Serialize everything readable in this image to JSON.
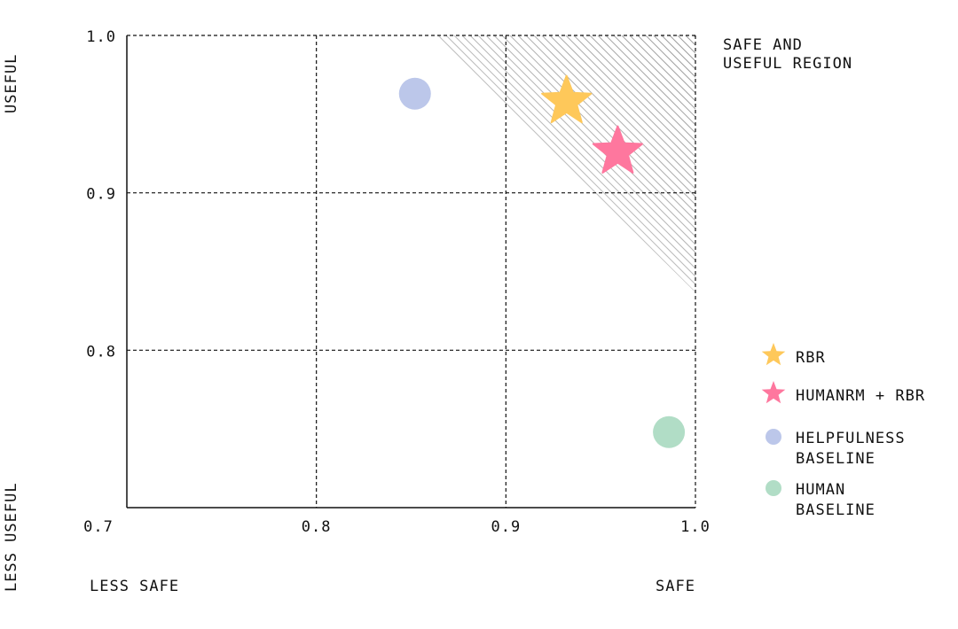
{
  "chart_data": {
    "type": "scatter",
    "title": "",
    "xlabel_low": "LESS SAFE",
    "xlabel_high": "SAFE",
    "ylabel_low": "LESS USEFUL",
    "ylabel_high": "USEFUL",
    "xlim": [
      0.7,
      1.0
    ],
    "ylim": [
      0.7,
      1.0
    ],
    "xticks": [
      "0.7",
      "0.8",
      "0.9",
      "1.0"
    ],
    "yticks": [
      "0.8",
      "0.9",
      "1.0"
    ],
    "xtick_values": [
      0.7,
      0.8,
      0.9,
      1.0
    ],
    "ytick_values": [
      0.8,
      0.9,
      1.0
    ],
    "grid": true,
    "region_annotation": [
      "SAFE AND",
      "USEFUL REGION"
    ],
    "legend_placement": "right",
    "series": [
      {
        "name": "RBR",
        "legend": [
          "RBR"
        ],
        "marker": "star",
        "color": "#FEC85A",
        "x": 0.932,
        "y": 0.958
      },
      {
        "name": "HUMANRM + RBR",
        "legend": [
          "HUMANRM + RBR"
        ],
        "marker": "star",
        "color": "#FE779E",
        "x": 0.959,
        "y": 0.926
      },
      {
        "name": "HELPFULNESS BASELINE",
        "legend": [
          "HELPFULNESS",
          "BASELINE"
        ],
        "marker": "circle",
        "color": "#BCC7EA",
        "x": 0.852,
        "y": 0.963
      },
      {
        "name": "HUMAN BASELINE",
        "legend": [
          "HUMAN",
          "BASELINE"
        ],
        "marker": "circle",
        "color": "#B1DDC6",
        "x": 0.986,
        "y": 0.748
      }
    ]
  }
}
